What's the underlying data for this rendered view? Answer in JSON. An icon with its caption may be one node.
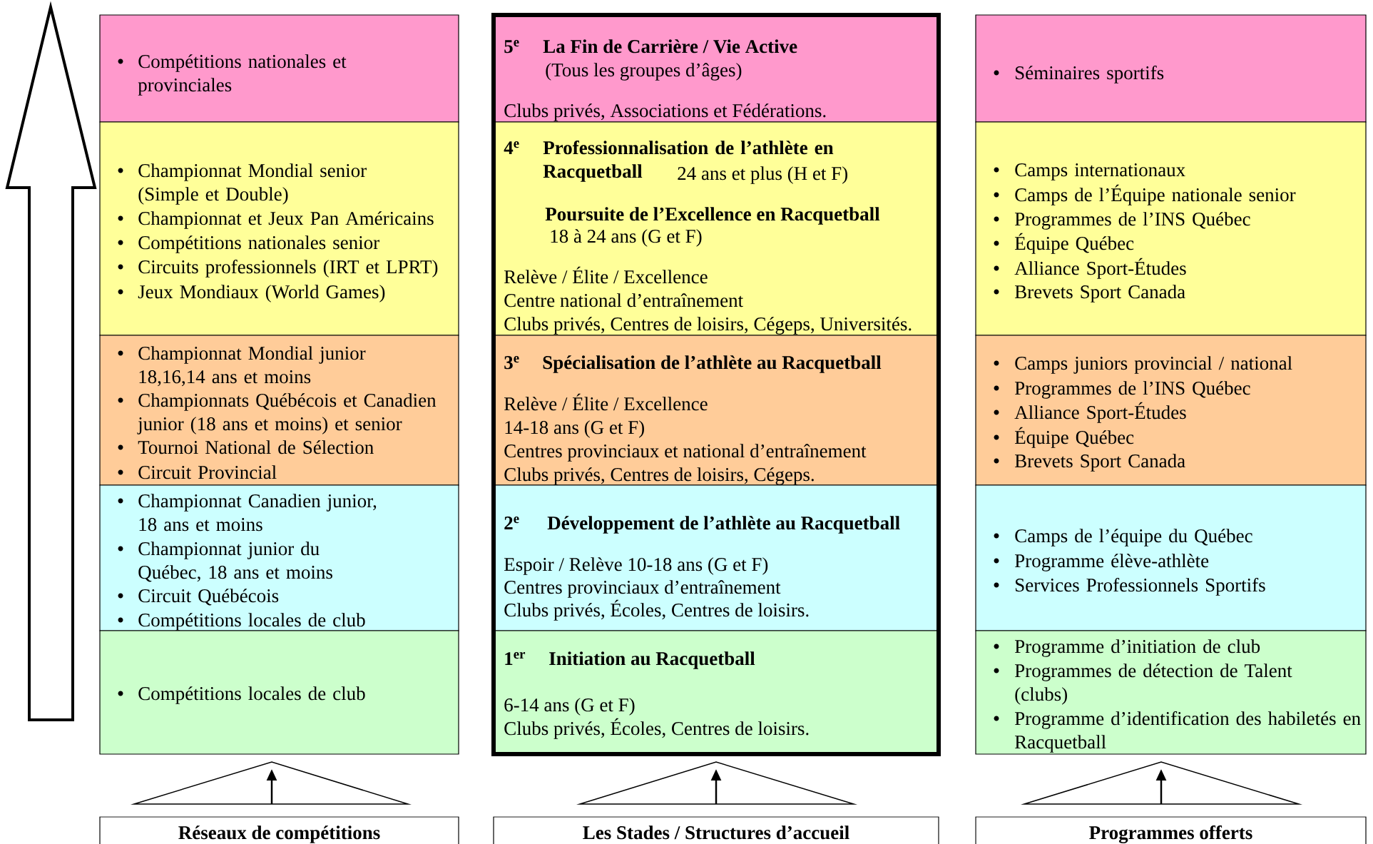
{
  "diagram": {
    "nodes": [
      {
        "text": [
          "Compétitions nationales et provinciales"
        ]
      },
      {
        "text": [
          "Championnat Mondial senior (Simple et Double)",
          "Championnat et Jeux Pan Américains",
          "Compétitions nationales senior",
          "Circuits professionnels (IRT et LPRT)",
          "Jeux Mondiaux (World Games)"
        ]
      },
      {
        "text": [
          "Championnat Mondial junior 18,16,14 ans et moins",
          "Championnats Québécois et Canadien junior (18 ans et moins) et senior",
          "Tournoi National de Sélection",
          "Circuit Provincial"
        ]
      },
      {
        "text": [
          "Championnat Canadien junior, 18 ans et moins",
          "Championnat junior du Québec, 18 ans et moins",
          "Circuit Québécois",
          "Compétitions locales de club"
        ]
      },
      {
        "text": [
          "Compétitions locales de club"
        ]
      },
      {
        "text": [
          "\\mathbf{5}^{\\mathbf{e}}",
          "La Fin de Carrière / Vie Active",
          "(Tous les groupes d’âges)",
          "Clubs privés, Associations et Fédérations."
        ]
      },
      {
        "text": [
          "\\mathbf{4}^{\\mathbf{e}}",
          "Professionnalisation de l’athlète en Racquetball",
          "24 ans et plus (H et F)",
          "Poursuite de l’Excellence en Racquetball",
          "18 à 24 ans (G et F)",
          "Relève / Élite / Excellence",
          "Centre national d’entraînement",
          "Clubs privés, Centres de loisirs, Cégeps, Universités."
        ]
      },
      {
        "text": [
          "\\mathbf{3}^{\\mathbf{e}}",
          "Spécialisation de l’athlète au Racquetball",
          "Relève / Élite / Excellence",
          "14-18 ans (G et F)",
          "Centres provinciaux et national d’entraînement",
          "Clubs privés, Centres de loisirs, Cégeps."
        ]
      },
      {
        "text": [
          "\\mathbf{2}^{\\mathbf{e}}",
          "Développement de l’athlète au Racquetball",
          "Espoir / Relève 10-18 ans (G et F)",
          "Centres provinciaux d’entraînement",
          "Clubs privés, Écoles, Centres de loisirs."
        ]
      },
      {
        "text": [
          "\\mathbf{1}^{\\mathbf{er}}",
          "Initiation au Racquetball",
          "6-14 ans (G et F)",
          "Clubs privés, Écoles, Centres de loisirs."
        ]
      },
      {
        "text": [
          "Séminaires sportifs"
        ]
      },
      {
        "text": [
          "Camps internationaux",
          "Camps de l’Équipe nationale senior",
          "Programmes de l’INS Québec",
          "Équipe Québec",
          "Alliance Sport-Études",
          "Brevets Sport Canada"
        ]
      },
      {
        "text": [
          "Camps juniors provincial / national",
          "Programmes de l’INS Québec",
          "Alliance Sport-Études",
          "Équipe Québec",
          "Brevets Sport Canada"
        ]
      },
      {
        "text": [
          "Camps de l’équipe du Québec",
          "Programme élève-athlète",
          "Services Professionnels Sportifs"
        ]
      },
      {
        "text": [
          "Programme d’initiation de club",
          "Programmes de détection de Talent (clubs)",
          "Programme d’identification des habiletés en Racquetball"
        ]
      },
      {
        "text": [
          "Réseaux de compétitions"
        ]
      },
      {
        "text": [
          "Les Stades / Structures d’accueil"
        ]
      },
      {
        "text": [
          "Programmes offerts"
        ]
      }
    ]
  }
}
